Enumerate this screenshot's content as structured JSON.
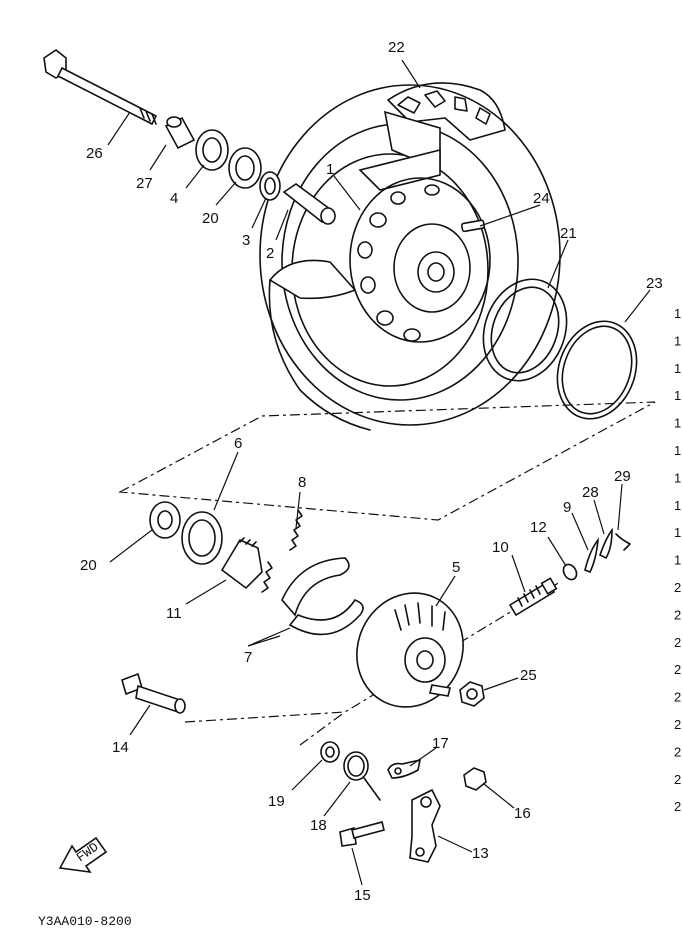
{
  "diagram": {
    "drawing_code": "Y3AA010-8200",
    "fwd_label": "FWD",
    "callouts": {
      "p1": "1",
      "p2": "2",
      "p3": "3",
      "p4": "4",
      "p5": "5",
      "p6": "6",
      "p7": "7",
      "p8": "8",
      "p9": "9",
      "p10": "10",
      "p11": "11",
      "p12": "12",
      "p13": "13",
      "p14": "14",
      "p15": "15",
      "p16": "16",
      "p17": "17",
      "p18": "18",
      "p19": "19",
      "p20a": "20",
      "p20b": "20",
      "p21": "21",
      "p22": "22",
      "p23": "23",
      "p24": "24",
      "p25": "25",
      "p26": "26",
      "p27": "27",
      "p28": "28",
      "p29": "29"
    },
    "edge_column": [
      "1",
      "1",
      "1",
      "1",
      "1",
      "1",
      "1",
      "1",
      "1",
      "1",
      "2",
      "2",
      "2",
      "2",
      "2",
      "2",
      "2",
      "2",
      "2"
    ]
  }
}
